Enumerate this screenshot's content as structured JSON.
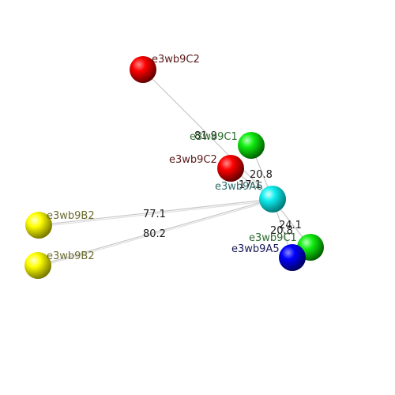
{
  "atoms": [
    {
      "id": "a1",
      "label": "e3wb9C2",
      "color": "red"
    },
    {
      "id": "a2",
      "label": "e3wb9C1",
      "color": "green"
    },
    {
      "id": "a3",
      "label": "e3wb9C2",
      "color": "red"
    },
    {
      "id": "a4",
      "label": "e3wb9A6",
      "color": "cyan"
    },
    {
      "id": "a5",
      "label": "e3wb9B2",
      "color": "yellow"
    },
    {
      "id": "a6",
      "label": "e3wb9B2",
      "color": "yellow"
    },
    {
      "id": "a7",
      "label": "e3wb9C1",
      "color": "green"
    },
    {
      "id": "a8",
      "label": "e3wb9A5",
      "color": "blue"
    }
  ],
  "distances": [
    {
      "id": "d1",
      "label": "81.9"
    },
    {
      "id": "d2",
      "label": "20.8"
    },
    {
      "id": "d3",
      "label": "17.1"
    },
    {
      "id": "d4",
      "label": "77.1"
    },
    {
      "id": "d5",
      "label": "80.2"
    },
    {
      "id": "d6",
      "label": "24.1"
    },
    {
      "id": "d7",
      "label": "20.8"
    }
  ],
  "colors": {
    "red": "#e00000",
    "green": "#00cc00",
    "cyan": "#00dddd",
    "yellow": "#eeee00",
    "blue": "#0000ee",
    "label_red": "#5a1a1a",
    "label_green": "#2f6b2f",
    "label_cyan": "#2f6b6b",
    "label_yellow": "#6b6b2f",
    "label_blue": "#1a1a5a"
  }
}
